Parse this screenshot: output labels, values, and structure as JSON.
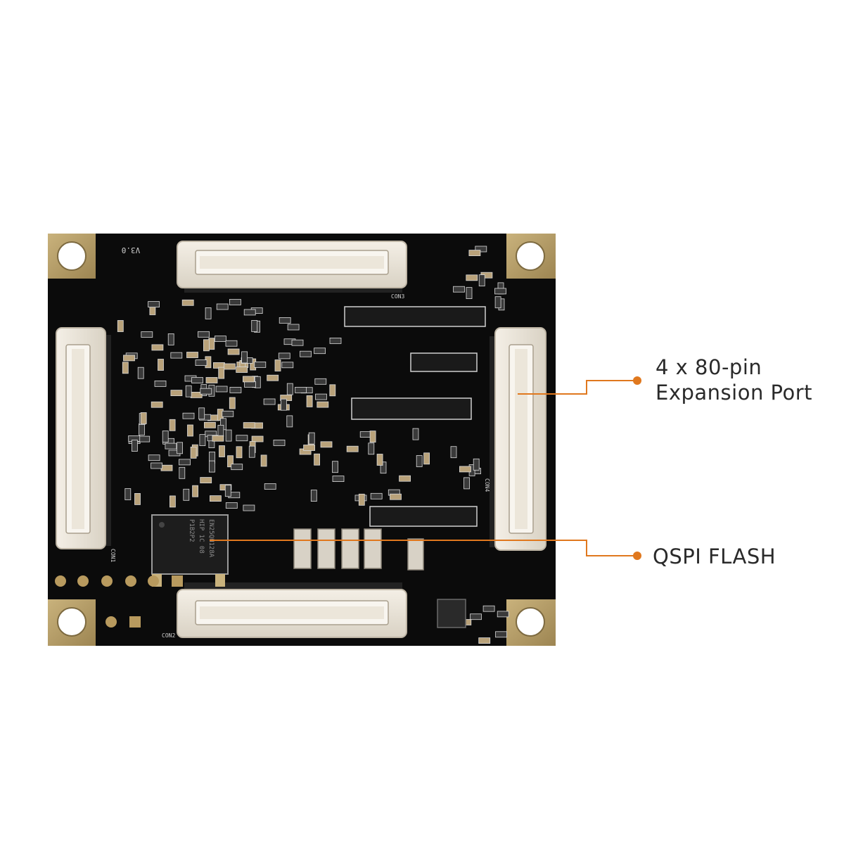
{
  "image": {
    "subject": "FPGA core board (bottom side)",
    "background_color": "#ffffff",
    "board_color": "#0b0b0b",
    "pad_color": "#b8a070",
    "callout_color": "#e0781e"
  },
  "silkscreen": {
    "version": "V3.0",
    "connector_labels": [
      "CON1",
      "CON2",
      "CON3",
      "CON4"
    ]
  },
  "flash_chip": {
    "marking_lines": [
      "EN25QH128A",
      "HIP 1C 08",
      "P1B2P2"
    ]
  },
  "callouts": [
    {
      "id": "expansion",
      "lines": [
        "4 x 80-pin",
        "Expansion Port"
      ]
    },
    {
      "id": "qspi",
      "lines": [
        "QSPI FLASH"
      ]
    }
  ]
}
